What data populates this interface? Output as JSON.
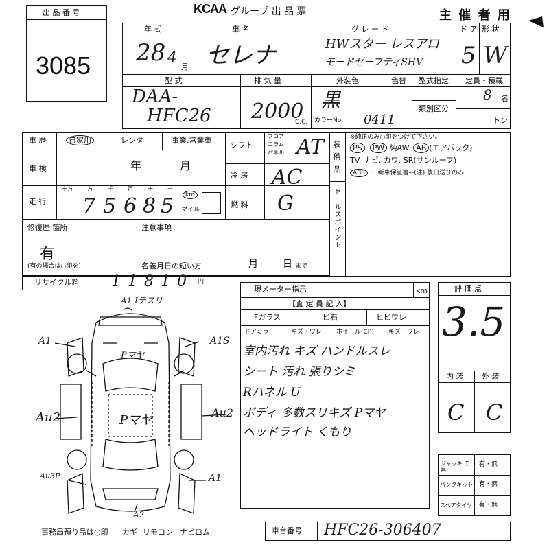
{
  "lot": {
    "label": "出 品 番 号",
    "number": "3085"
  },
  "header": {
    "brand": "KCAA",
    "title": "グループ 出 品 票",
    "role": "主 催 者 用"
  },
  "row1": {
    "labels": {
      "year": "年 式",
      "name": "車 名",
      "grade": "グ レ ー ド",
      "doors": "ド ア",
      "shape": "形 状"
    },
    "values": {
      "year": "28",
      "month": "4",
      "month_unit": "月",
      "name": "セレナ",
      "grade_line1": "HWスター レスアロ",
      "grade_line2": "モードセーフティSHV",
      "doors": "5",
      "shape": "W"
    }
  },
  "row2": {
    "labels": {
      "model": "型 式",
      "displacement": "排 気 量",
      "color": "外装色",
      "color_swap": "色替",
      "model_designation": "型式指定",
      "category": "類別区分",
      "capacity": "定員・積載",
      "cc": "C.C.",
      "color_no": "カラーNo.",
      "persons": "名",
      "tons": "トン"
    },
    "values": {
      "model_line1": "DAA-",
      "model_line2": "HFC26",
      "displacement": "2000",
      "color": "黒",
      "color_no": "0411",
      "capacity": "8"
    }
  },
  "history": {
    "labels": {
      "history": "車 歴",
      "inspection": "車 検",
      "mileage": "走 行",
      "repair": "修復歴 箇所",
      "repair_note": "(有の場合は○印を)",
      "recycle": "リサイクル料",
      "yen": "円"
    },
    "options": [
      "自家用",
      "レンタ",
      "事業.営業車"
    ],
    "inspection_year": "年",
    "inspection_month": "月",
    "digit_labels": [
      "十万",
      "万",
      "千",
      "百",
      "十",
      "一"
    ],
    "mileage_digits": [
      "7",
      "5",
      "6",
      "8",
      "5"
    ],
    "km": "km",
    "mile": "マイル",
    "repair_value": "有",
    "recycle_digits": [
      "1",
      "1",
      "8",
      "1",
      "0"
    ]
  },
  "specs": {
    "labels": {
      "shift": "シフト",
      "shift_opts": [
        "フロア",
        "コラム",
        "パネル"
      ],
      "ac": "冷 房",
      "fuel": "燃 料"
    },
    "values": {
      "shift": "AT",
      "ac": "AC",
      "fuel": "G"
    }
  },
  "equipment": {
    "vertical_label": "装 備 品",
    "note": "※純正のみ○印をつけて下さい。",
    "line1": [
      "PS",
      "PW",
      "純AW",
      "AB",
      "(エアバック)"
    ],
    "line2": "TV. ナビ. カワ. SR(サンルーフ)",
    "line3_items": [
      "ABS",
      "・",
      "新車保証書←(注) 後日送りのみ"
    ]
  },
  "sales_point": {
    "vertical_label": "セールスポイント"
  },
  "notes": {
    "label": "注意事項",
    "deadline_label": "名義月日の短い方",
    "month": "月",
    "day": "日",
    "suffix": "まで"
  },
  "meter": {
    "label": "現メーター指示",
    "unit": "km"
  },
  "inspector": {
    "title": "【査 定 員 記 入】",
    "row1": [
      "Fガラス",
      "ビ石",
      "ヒビワレ"
    ],
    "row2": [
      "ドアミラー",
      "キズ・ワレ",
      "ホイール(CP)",
      "キズ・ワレ"
    ],
    "handwritten": [
      "室内汚れ キズ ハンドルスレ",
      "シート 汚れ 張りシミ",
      "Rハネル U",
      "ボディ 多数スリキズ Pマヤ",
      "ヘッドライト くもり"
    ]
  },
  "score": {
    "label": "評 価 点",
    "value": "3.5",
    "interior_label": "内 装",
    "exterior_label": "外 装",
    "interior": "C",
    "exterior": "C"
  },
  "tools": {
    "rows": [
      {
        "label": "ジャッキ 工 具",
        "value": "有・無"
      },
      {
        "label": "パンクキット",
        "value": "有・無"
      },
      {
        "label": "スペアタイヤ",
        "value": "有・無"
      }
    ]
  },
  "chassis": {
    "label": "車台番号",
    "value": "HFC26-306407"
  },
  "diagram": {
    "marks": [
      "A1 Iテスリ",
      "A1",
      "A1S",
      "Pマヤ",
      "Au2",
      "Pマヤ",
      "Au2",
      "Au3P",
      "A1",
      "A2"
    ]
  },
  "footer": {
    "office_note": "事務局預り品は○印",
    "items": [
      "カギ",
      "リモコン",
      "ナビロム"
    ]
  }
}
